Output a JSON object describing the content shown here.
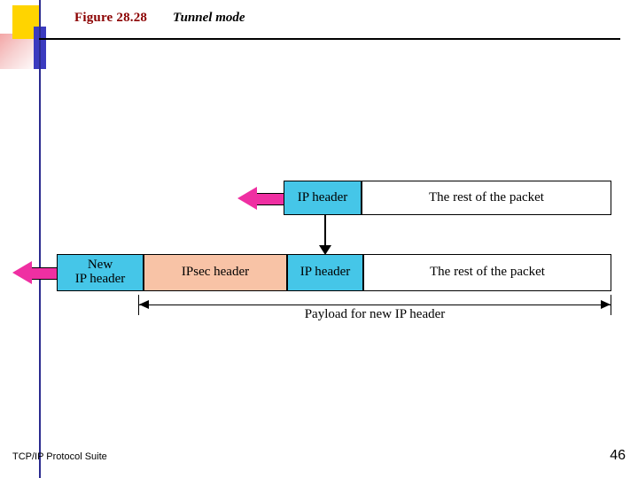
{
  "slide": {
    "figure_label": "Figure 28.28",
    "figure_title": "Tunnel mode",
    "footer": "TCP/IP Protocol Suite",
    "page_number": "46"
  },
  "colors": {
    "figure_label": "#8b0000",
    "cyan_box": "#45c6e8",
    "peach_box": "#f8c3a6",
    "white_box": "#ffffff",
    "magenta_arrow": "#ef2fa2",
    "logo_yellow": "#ffd400",
    "logo_blue": "#3b3bbf"
  },
  "diagram": {
    "row_original": {
      "blocks": [
        {
          "label": "IP header",
          "fill": "cyan"
        },
        {
          "label": "The rest of the packet",
          "fill": "white"
        }
      ]
    },
    "row_tunneled": {
      "blocks": [
        {
          "label": "New\nIP header",
          "line1": "New",
          "line2": "IP header",
          "fill": "cyan"
        },
        {
          "label": "IPsec header",
          "fill": "peach"
        },
        {
          "label": "IP header",
          "fill": "cyan"
        },
        {
          "label": "The rest of the packet",
          "fill": "white"
        }
      ]
    },
    "measure_label": "Payload for new IP header"
  }
}
